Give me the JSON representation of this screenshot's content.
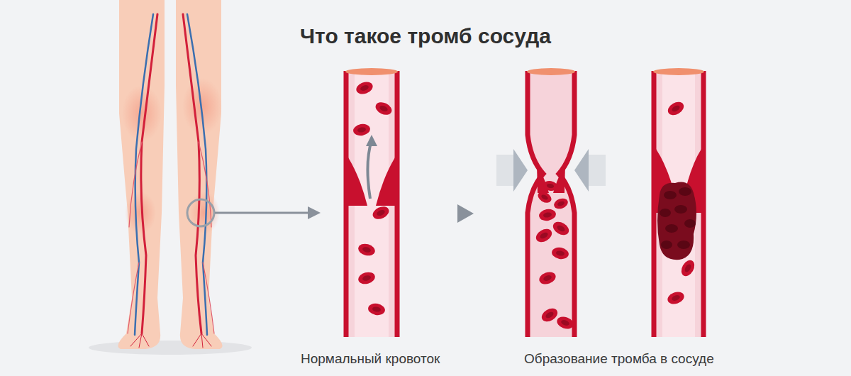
{
  "diagram": {
    "title": "Что такое тромб сосуда",
    "labels": [
      "Нормальный кровоток",
      "Образование тромба в сосуде"
    ]
  }
}
